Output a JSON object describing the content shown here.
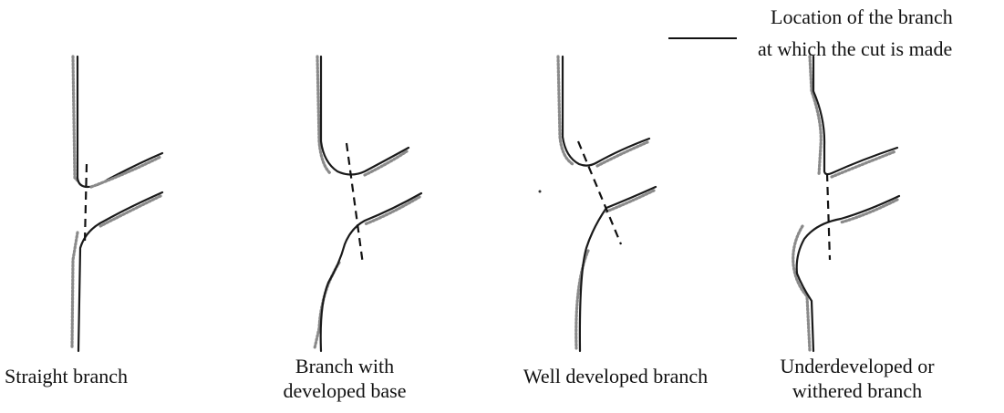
{
  "legend": {
    "line1": "Location of the branch",
    "line2": "at which the cut is made"
  },
  "panels": [
    {
      "id": "straight",
      "caption_lines": [
        "Straight branch"
      ]
    },
    {
      "id": "developed-base",
      "caption_lines": [
        "Branch with",
        "developed base"
      ]
    },
    {
      "id": "well-developed",
      "caption_lines": [
        "Well developed branch"
      ]
    },
    {
      "id": "underdeveloped",
      "caption_lines": [
        "Underdeveloped or",
        "withered branch"
      ]
    }
  ]
}
